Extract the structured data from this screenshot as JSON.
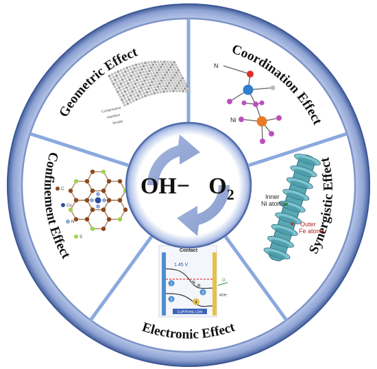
{
  "center": {
    "left_species": "OH−",
    "right_species_main": "O",
    "right_species_sub": "2"
  },
  "segments": [
    {
      "id": "geometric",
      "label": "Geometric Effect"
    },
    {
      "id": "coordination",
      "label": "Coordination Effect"
    },
    {
      "id": "synergistic",
      "label": "Synergistic Effect"
    },
    {
      "id": "electronic",
      "label": "Electronic Effect"
    },
    {
      "id": "confinement",
      "label": "Confinement Effect"
    }
  ],
  "geometric_panel": {
    "row_labels": [
      "Compressive",
      "Interface",
      "Tensile"
    ]
  },
  "coordination_panel": {
    "atom_label_n": "N",
    "atom_label_ni": "Ni"
  },
  "synergistic_panel": {
    "inner_label_1": "Inner",
    "inner_label_2": "Ni atoms",
    "outer_label_1": "Outer",
    "outer_label_2": "Fe atoms"
  },
  "electronic_panel": {
    "title": "Contact",
    "voltage": "1.45 V",
    "bar_label": "CoP/FeNi-LDH",
    "species_label": "4OH⁻",
    "badge_a": "1",
    "badge_b": "2",
    "badge_c": "3",
    "badge_d": "4"
  },
  "confinement_panel": {
    "legend": [
      "C",
      "Cu",
      "N",
      "S"
    ]
  },
  "colors": {
    "ring_outer": "#5b75ad",
    "ring_inner": "#8aa4d8",
    "divider": "#8aa9de",
    "arrow": "#8aa0d2"
  }
}
